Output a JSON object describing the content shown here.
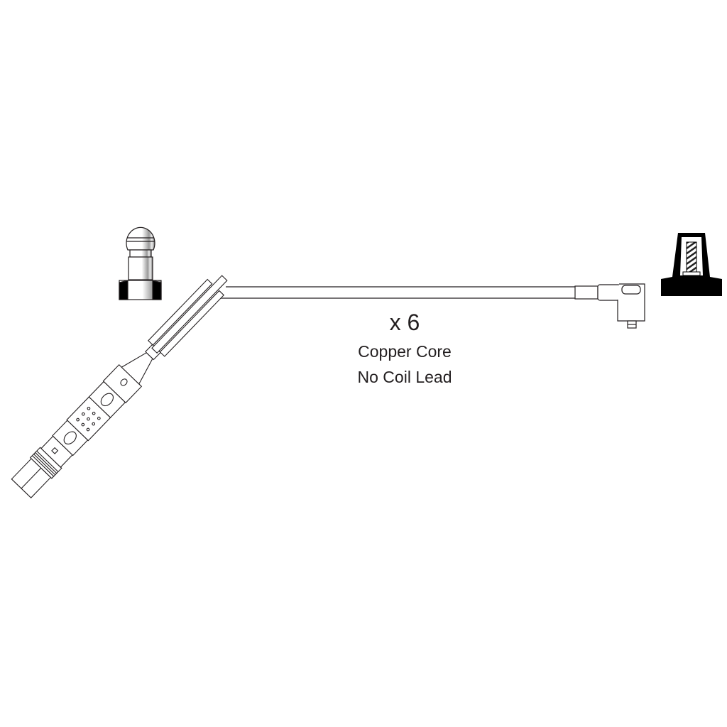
{
  "product": {
    "quantity": "x 6",
    "core": "Copper Core",
    "note": "No Coil Lead"
  },
  "colors": {
    "outline": "#231f20",
    "boot": "#000000"
  }
}
